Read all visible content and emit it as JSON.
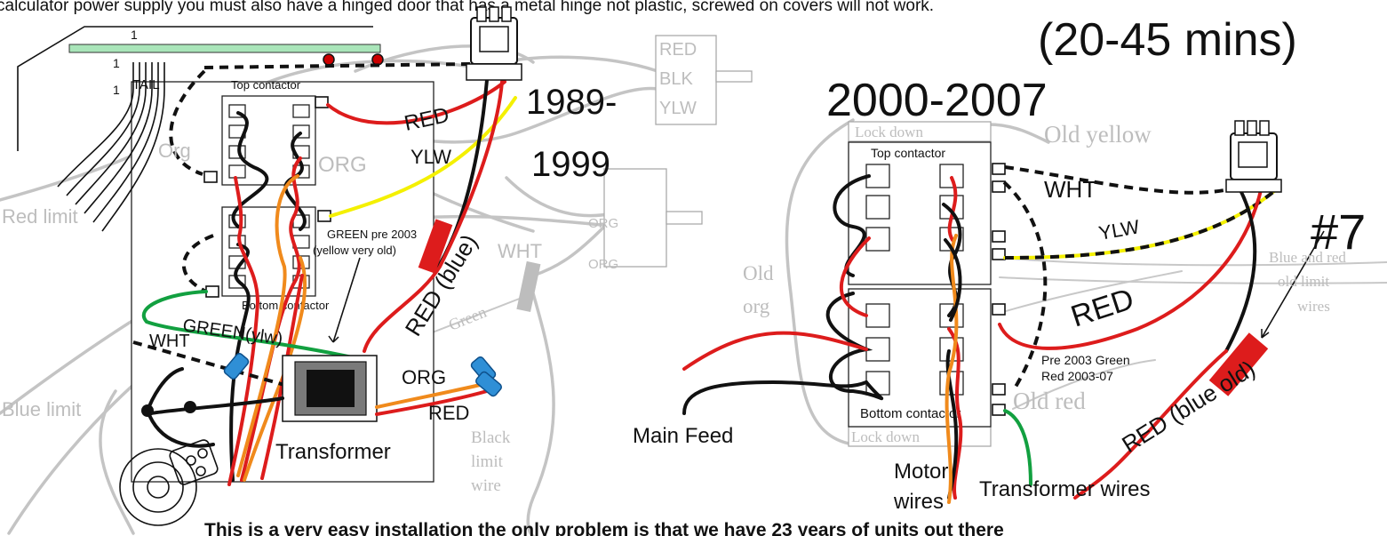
{
  "header_text": "calculator power supply you must also have a hinged door that has a metal hinge not plastic, screwed on covers will not work.",
  "time_label": "(20-45 mins)",
  "footer_text": "This is a very easy installation the only problem is that we have 23 years of units out there",
  "left": {
    "year_line1": "1989-",
    "year_line2": "1999",
    "ribbon_num_top": "1",
    "ribbon_num_mid": "1",
    "ribbon_num_low": "1",
    "tail": "TAIL",
    "top_contactor": "Top contactor",
    "bottom_contactor": "Bottom contactor",
    "org_gray": "Org",
    "org_gray2": "ORG",
    "red_limit": "Red limit",
    "blue_limit": "Blue limit",
    "red_top": "RED",
    "ylw_top": "YLW",
    "green_note1": "GREEN pre 2003",
    "green_note2": "(yellow very old)",
    "red_blue": "RED (blue)",
    "wht_gray": "WHT",
    "green_gray": "Green",
    "green_ylw": "GREEN(ylw)",
    "wht_black": "WHT",
    "org_black": "ORG",
    "red_black": "RED",
    "transformer": "Transformer",
    "black_limit1": "Black",
    "black_limit2": "limit",
    "black_limit3": "wire",
    "switch_red": "RED",
    "switch_blk": "BLK",
    "switch_ylw": "YLW",
    "switch_org1": "ORG",
    "switch_org2": "ORG"
  },
  "right": {
    "year": "2000-2007",
    "lock_down_top": "Lock down",
    "lock_down_bottom": "Lock down",
    "top_contactor": "Top contactor",
    "bottom_contactor": "Bottom contactor",
    "old_yellow": "Old yellow",
    "wht": "WHT",
    "ylw": "YLW",
    "red": "RED",
    "number": "#7",
    "blue_red_1": "Blue and red",
    "blue_red_2": "old limit",
    "blue_red_3": "wires",
    "old_org1": "Old",
    "old_org2": "org",
    "pre2003_1": "Pre 2003 Green",
    "pre2003_2": "Red 2003-07",
    "old_red": "Old red",
    "red_blue_old": "RED (blue old)",
    "main_feed": "Main Feed",
    "motor1": "Motor",
    "motor2": "wires",
    "transformer_wires": "Transformer wires"
  },
  "colors": {
    "red": "#dd1c1c",
    "orange": "#f08a1c",
    "yellow": "#f4f000",
    "green": "#12a040",
    "black": "#111111",
    "gray": "#c4c4c4",
    "blue_connector": "#2f8fd6",
    "transformer_core": "#7a7a7a"
  }
}
